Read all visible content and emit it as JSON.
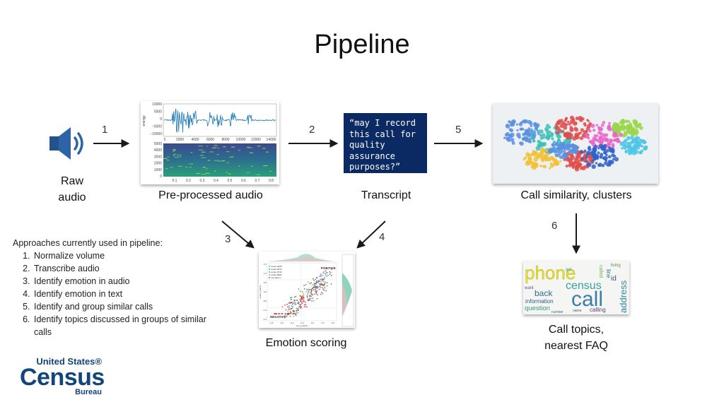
{
  "slide": {
    "title": "Pipeline"
  },
  "steps": [
    "1",
    "2",
    "3",
    "4",
    "5",
    "6"
  ],
  "captions": {
    "raw_audio_line1": "Raw",
    "raw_audio_line2": "audio",
    "preprocessed": "Pre-processed audio",
    "transcript": "Transcript",
    "similarity": "Call similarity, clusters",
    "emotion": "Emotion scoring",
    "topics_line1": "Call topics,",
    "topics_line2": "nearest FAQ"
  },
  "transcript_quote": [
    "“may I record",
    "this call for",
    "quality",
    "assurance",
    "purposes?”"
  ],
  "waveform_axis": {
    "ylabel": "energy",
    "y_ticks": [
      "10000",
      "5000",
      "0",
      "−5000",
      "−10000"
    ],
    "x_ticks": [
      "0",
      "2000",
      "4000",
      "6000",
      "8000",
      "10000",
      "12000",
      "14000"
    ]
  },
  "spectrogram_axis": {
    "y_ticks": [
      "5000",
      "4000",
      "3000",
      "2000",
      "1000",
      "0"
    ],
    "x_ticks": [
      "0.1",
      "0.2",
      "0.3",
      "0.4",
      "0.5",
      "0.6",
      "0.7",
      "0.8"
    ]
  },
  "emotion_plot": {
    "positive_label": "POSITIVE",
    "negative_label": "NEGATIVE",
    "legend": [
      "anam-0225",
      "anam-0512",
      "anam-0712",
      "anam-0822",
      "rep-discon"
    ],
    "legend_colors": [
      "#2aa9c9",
      "#1f77b4",
      "#2ca02c",
      "#17becf",
      "#d62728"
    ],
    "x_ticks": [
      "-0.6",
      "-0.4",
      "-0.2",
      "0.0",
      "0.2",
      "0.4",
      "0.6"
    ],
    "y_ticks": [
      "1.5",
      "1.0",
      "0.5",
      "0.0",
      "-0.5",
      "-1.0",
      "-1.5"
    ],
    "xlabel": "text_polarity",
    "ylabel": "audio_polarity"
  },
  "wordcloud_words": [
    "phone",
    "call",
    "census",
    "address",
    "back",
    "information",
    "question",
    "calling",
    "number",
    "called",
    "living",
    "line",
    "id",
    "name",
    "get",
    "want"
  ],
  "approaches": {
    "heading": "Approaches currently used in pipeline:",
    "items": [
      "Normalize volume",
      "Transcribe audio",
      "Identify emotion in audio",
      "Identify emotion in text",
      "Identify and group similar calls",
      "Identify topics discussed in groups of similar calls"
    ]
  },
  "logo": {
    "line1": "United States®",
    "line2": "Census",
    "line3": "Bureau"
  },
  "colors": {
    "transcript_bg": "#0b2a63",
    "speaker_icon": "#2e64a6",
    "logo_blue": "#12467a"
  }
}
